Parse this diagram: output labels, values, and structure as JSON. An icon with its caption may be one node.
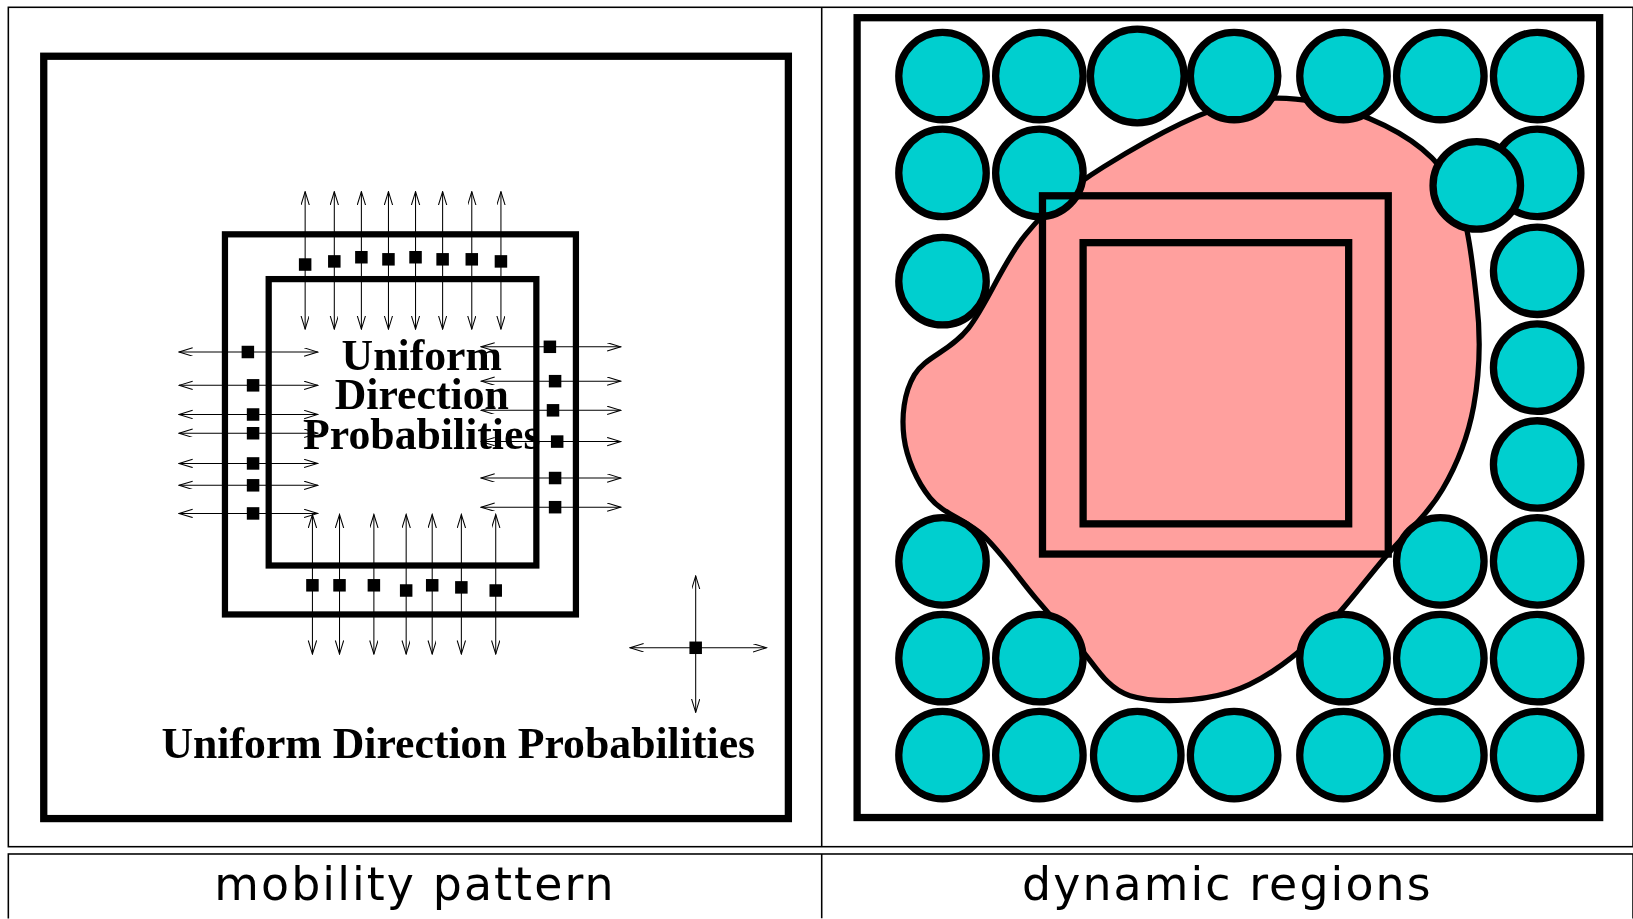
{
  "diagram": {
    "labels": [
      "Uniform Direction Probabilities",
      "Uniform Direction Probabilities",
      "mobility pattern",
      "dynamic regions"
    ]
  }
}
